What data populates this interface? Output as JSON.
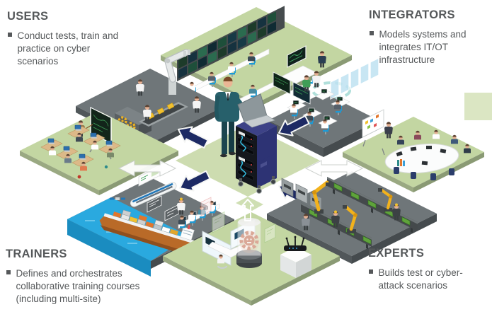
{
  "corners": {
    "users": {
      "title": "USERS",
      "bullet": "Conduct tests, train and practice on cyber scenarios"
    },
    "integrators": {
      "title": "INTEGRATORS",
      "bullet": "Models systems and integrates IT/OT infrastructure"
    },
    "trainers": {
      "title": "TRAINERS",
      "bullet": "Defines and orchestrates collaborative training courses (including multi-site)"
    },
    "experts": {
      "title": "EXPERTS",
      "bullet": "Builds test or cyber-attack scenarios"
    }
  },
  "palette": {
    "text_gray": "#55585a",
    "arrow_navy": "#1d2a64",
    "platform_green": "#c3d6a2",
    "center_green": "#cddcb0",
    "platform_gray": "#6f7679",
    "platform_side_gray": "#51575a",
    "water_blue": "#2aa9df",
    "robot_yellow": "#f2b21c",
    "chair_blue": "#1c9ad6",
    "malware_red": "#b5512e",
    "decor_square_green": "#dbe6c3"
  }
}
